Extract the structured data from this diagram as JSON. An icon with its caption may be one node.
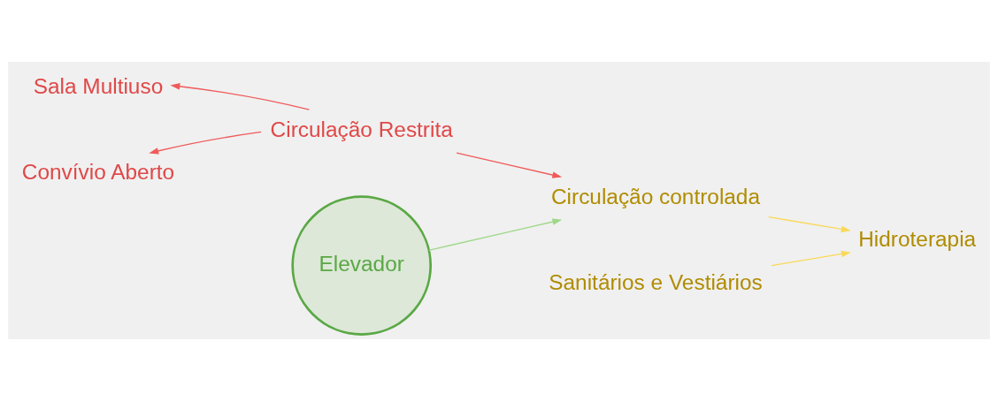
{
  "diagram": {
    "nodes": [
      {
        "text": [
          "Sala Multiuso"
        ]
      },
      {
        "text": [
          "Convívio Aberto"
        ]
      },
      {
        "text": [
          "Circulação Restrita"
        ]
      },
      {
        "text": [
          "Circulação controlada"
        ]
      },
      {
        "text": [
          "Sanitários e Vestiários"
        ]
      },
      {
        "text": [
          "Hidroterapia"
        ]
      },
      {
        "text": [
          "Elevador"
        ]
      }
    ],
    "edges": [
      {
        "from": 2,
        "to": 0,
        "arrow": "to",
        "color": "#f05a5a"
      },
      {
        "from": 2,
        "to": 1,
        "arrow": "to",
        "color": "#f05a5a"
      },
      {
        "from": 2,
        "to": 3,
        "arrow": "to",
        "color": "#f05a5a"
      },
      {
        "from": 4,
        "to": 5,
        "arrow": "to",
        "color": "#f9d95a"
      },
      {
        "from": 3,
        "to": 5,
        "arrow": "to",
        "color": "#f9d95a"
      },
      {
        "from": 6,
        "to": 3,
        "arrow": "to",
        "color": "#9ed88a"
      }
    ]
  }
}
